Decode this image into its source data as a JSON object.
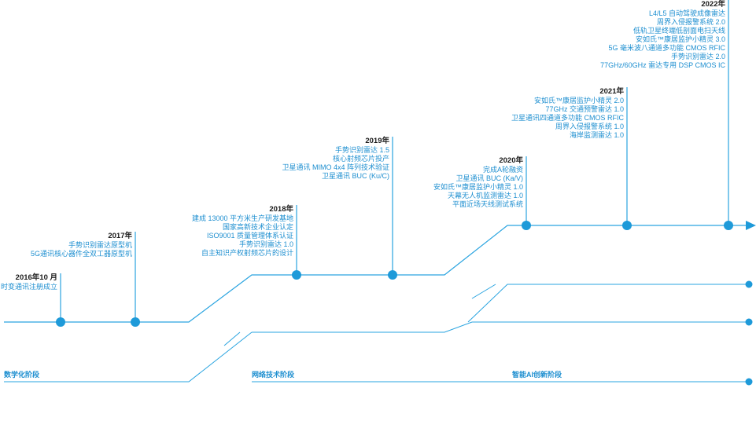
{
  "colors": {
    "line": "#2aa4e0",
    "dot": "#1e9ad9",
    "year_text": "#1a1a1a",
    "event_text": "#1e8fd0"
  },
  "milestones": [
    {
      "year": "2016年10 月",
      "events": [
        "时变通讯注册成立"
      ]
    },
    {
      "year": "2017年",
      "events": [
        "手势识别雷达原型机",
        "5G通讯核心器件全双工器原型机"
      ]
    },
    {
      "year": "2018年",
      "events": [
        "建成 13000 平方米生产研发基地",
        "国家高新技术企业认定",
        "ISO9001 质量管理体系认证",
        "手势识别雷达 1.0",
        "自主知识产权射频芯片的设计"
      ]
    },
    {
      "year": "2019年",
      "events": [
        "手势识别雷达 1.5",
        "核心射频芯片投产",
        "卫星通讯 MIMO 4x4 阵列技术验证",
        "卫星通讯 BUC (Ku/C)"
      ]
    },
    {
      "year": "2020年",
      "events": [
        "完成A轮融资",
        "卫星通讯 BUC (Ka/V)",
        "安如氏™康居监护小精灵 1.0",
        "天幕无人机监测雷达 1.0",
        "平面近场天线测试系统"
      ]
    },
    {
      "year": "2021年",
      "events": [
        "安如氏™康居监护小精灵 2.0",
        "77GHz 交通预警雷达 1.0",
        "卫星通讯四通道多功能 CMOS RFIC",
        "周界入侵报警系统 1.0",
        "海岸监测雷达 1.0"
      ]
    },
    {
      "year": "2022年",
      "events": [
        "L4/L5 自动驾驶成像雷达",
        "周界入侵报警系统 2.0",
        "低轨卫星终端低剖面电扫天线",
        "安如氏™康居监护小精灵 3.0",
        "5G 毫米波八通道多功能 CMOS RFIC",
        "手势识别雷达 2.0",
        "77GHz/60GHz 雷达专用 DSP CMOS IC"
      ]
    }
  ],
  "stages": [
    "数学化阶段",
    "网络技术阶段",
    "智能AI创新阶段"
  ]
}
